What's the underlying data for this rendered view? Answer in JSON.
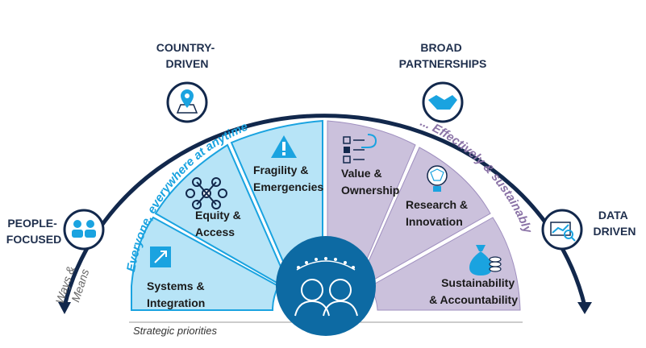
{
  "outer_labels": {
    "people_focused": [
      "PEOPLE-",
      "FOCUSED"
    ],
    "country_driven": [
      "COUNTRY-",
      "DRIVEN"
    ],
    "broad_partnerships": [
      "BROAD",
      "PARTNERSHIPS"
    ],
    "data_driven": [
      "DATA",
      "DRIVEN"
    ]
  },
  "arc_texts": {
    "left": "Everyone, everywhere at anytime...",
    "right": "... Effectively & sustainably"
  },
  "ways_means": [
    "Ways &",
    "Means"
  ],
  "strategic_priorities": "Strategic priorities",
  "segments": {
    "systems": [
      "Systems &",
      "Integration"
    ],
    "equity": [
      "Equity &",
      "Access"
    ],
    "fragility": [
      "Fragility &",
      "Emergencies"
    ],
    "value": [
      "Value &",
      "Ownership"
    ],
    "research": [
      "Research &",
      "Innovation"
    ],
    "sustainability": [
      "Sustainability",
      "& Accountability"
    ]
  },
  "icons": {
    "people_focused": "people-group-icon",
    "country_driven": "map-pin-icon",
    "broad_partnerships": "handshake-icon",
    "data_driven": "chart-magnifier-icon",
    "center": "crowd-icon"
  },
  "colors": {
    "navy": "#12284c",
    "blue_fill": "#b7e4f7",
    "blue_stroke": "#1aa3e0",
    "purple_fill": "#cbc1dc",
    "purple_text": "#8a72a6",
    "center": "#0d6aa3"
  }
}
